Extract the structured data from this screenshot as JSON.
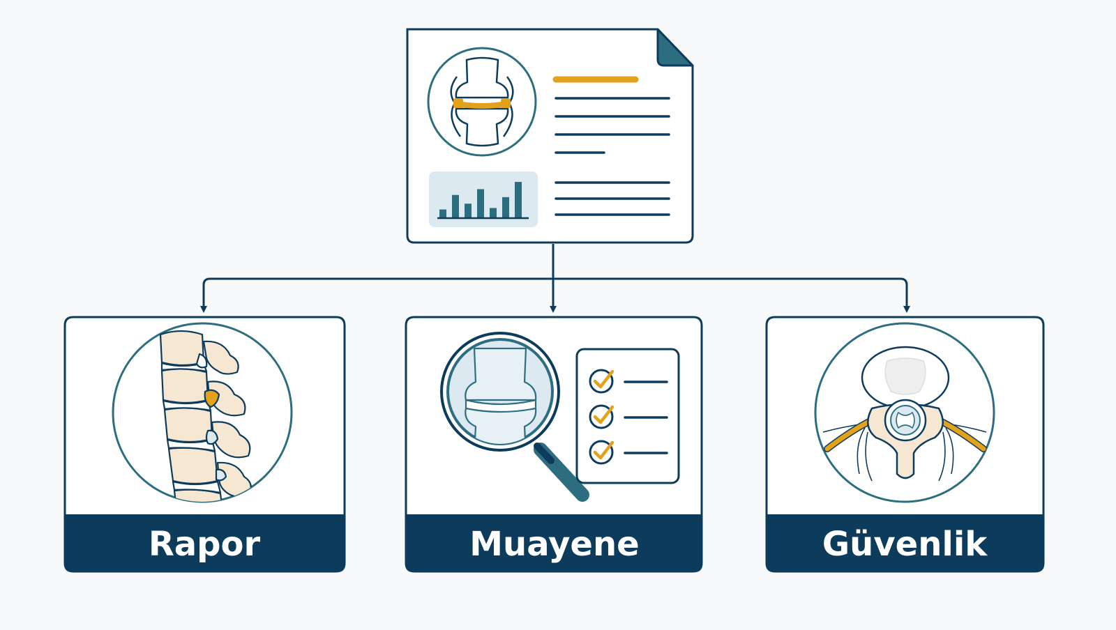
{
  "colors": {
    "navy": "#0d3b5c",
    "teal": "#2c6e80",
    "gold": "#e3a21a",
    "bone": "#f6e7d3",
    "chart_bg": "#dde9f0",
    "chart_bar": "#2c6e80",
    "background": "#f8f9fa"
  },
  "report_document": {
    "icon": "medical-report-document-icon",
    "chart": {
      "type": "bar",
      "bars": [
        0.22,
        0.62,
        0.38,
        0.78,
        0.26,
        0.56,
        0.98
      ]
    }
  },
  "cards": [
    {
      "id": "rapor",
      "label": "Rapor",
      "icon": "lumbar-spine-icon"
    },
    {
      "id": "muayene",
      "label": "Muayene",
      "icon": "knee-magnifier-checklist-icon"
    },
    {
      "id": "guvenlik",
      "label": "Güvenlik",
      "icon": "spinal-cord-cross-section-icon"
    }
  ]
}
